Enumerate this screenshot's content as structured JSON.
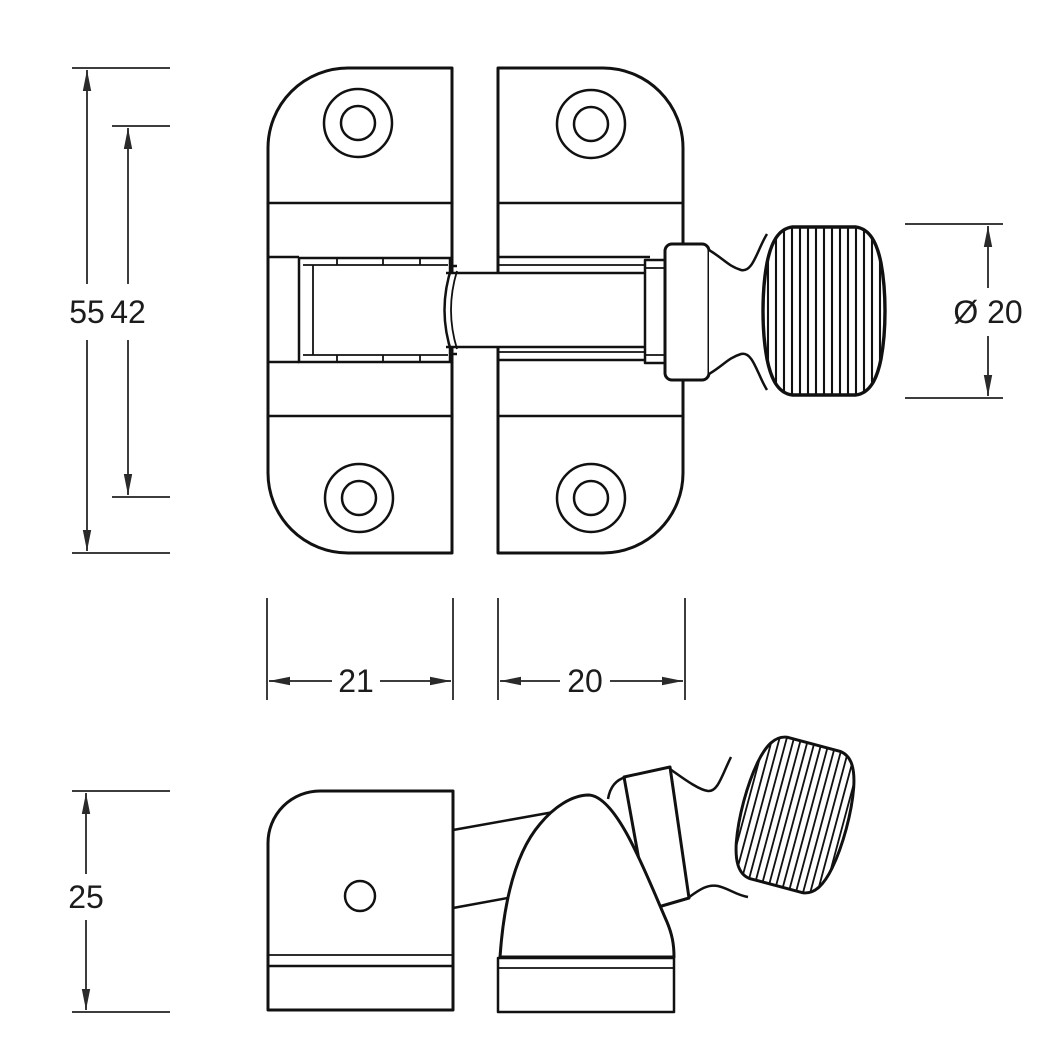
{
  "drawing": {
    "background": "#ffffff",
    "line_color": "#111111",
    "dimension_color": "#3d3d3d"
  },
  "dimensions": {
    "overall_height": "55",
    "screw_hole_spacing": "42",
    "knob_diameter": "Ø 20",
    "keep_plate_width": "21",
    "latch_plate_width": "20",
    "side_view_height": "25"
  }
}
